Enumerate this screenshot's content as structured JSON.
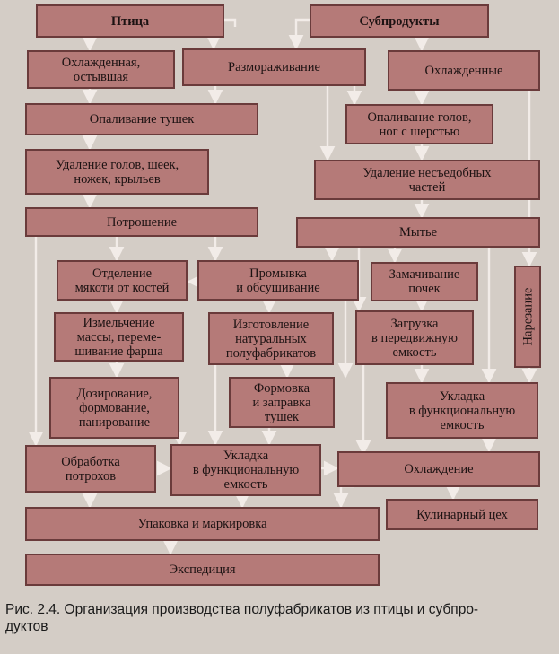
{
  "diagram": {
    "nodes": {
      "ptitsa": "Птица",
      "subprodukty": "Субпродукты",
      "okhlazhdennaya": "Охлажденная,\nостывшая",
      "razmorazhivanie": "Размораживание",
      "okhlazhdennye": "Охлажденные",
      "opalivanie_tushek": "Опаливание тушек",
      "opalivanie_golov": "Опаливание голов,\nног с шерстью",
      "udalenie_golov": "Удаление голов, шеек,\nножек, крыльев",
      "udalenie_nesedobnykh": "Удаление несъедобных\nчастей",
      "potroshenie": "Потрошение",
      "mytye": "Мытье",
      "otdelenie": "Отделение\nмякоти от костей",
      "promyvka": "Промывка\nи обсушивание",
      "zamachivanie": "Замачивание\nпочек",
      "narezanie": "Нарезание",
      "izmelchenie": "Измельчение\nмассы, переме-\nшивание фарша",
      "izgotovlenie": "Изготовление\nнатуральных\nполуфабрикатов",
      "zagruzka": "Загрузка\nв передвижную\nемкость",
      "dozirovanie": "Дозирование,\nформование,\nпанирование",
      "formovka": "Формовка\nи заправка\nтушек",
      "ukladka_right": "Укладка\nв функциональную\nемкость",
      "obrabotka": "Обработка\nпотрохов",
      "ukladka_center": "Укладка\nв функциональную\nемкость",
      "okhlazhdenie": "Охлаждение",
      "kulinarny": "Кулинарный цех",
      "upakovka": "Упаковка и маркировка",
      "ekspeditsiya": "Экспедиция"
    },
    "caption": "Рис. 2.4. Организация производства полуфабрикатов из птицы и субпро-\nдуктов",
    "colors": {
      "box_fill": "#b57a78",
      "box_border": "#6a3b3b",
      "arrow": "#f2ece8",
      "page": "#d4cdc6"
    }
  }
}
